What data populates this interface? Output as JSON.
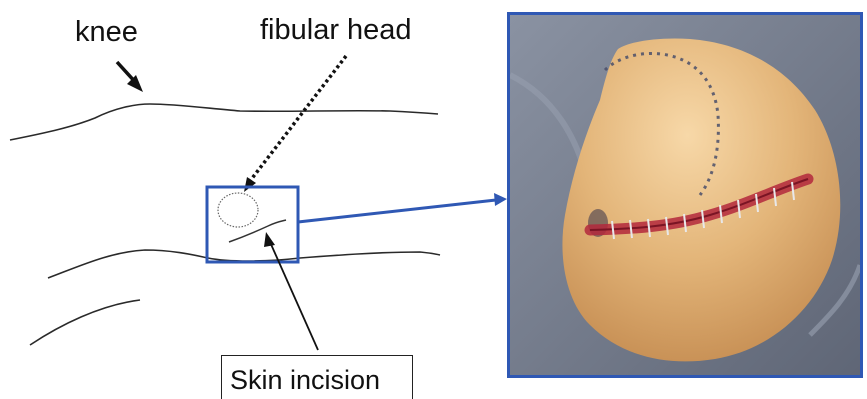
{
  "labels": {
    "knee": "knee",
    "fibular_head": "fibular head",
    "skin_incision": "Skin incision"
  },
  "colors": {
    "frame_blue": "#2f58b4",
    "line_dark": "#222222",
    "skin": "#e3b579",
    "suture_red": "#b3283c",
    "marker_ink": "#4a4f6a",
    "drape": "#7d8595"
  },
  "photo": {
    "subject": "sutured skin incision over skin flap with marker outline"
  }
}
